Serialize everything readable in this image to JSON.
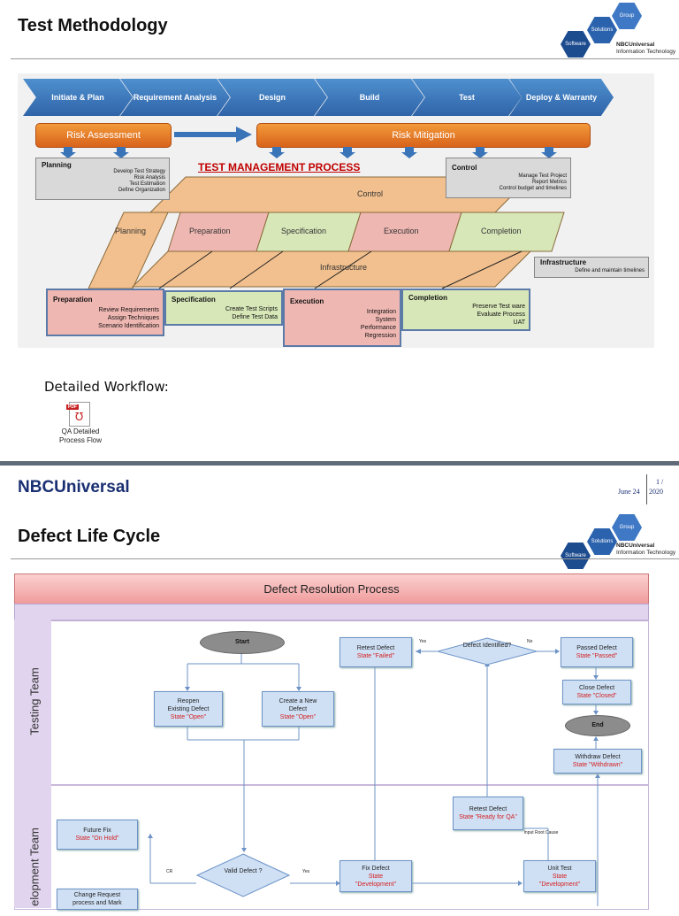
{
  "slide1": {
    "title": "Test Methodology",
    "logo": {
      "group": "Group",
      "solutions": "Solutions",
      "software": "Software",
      "brand": "NBCUniversal",
      "sub": "Information Technology"
    },
    "phases": [
      "Initiate & Plan",
      "Requirement Analysis",
      "Design",
      "Build",
      "Test",
      "Deploy & Warranty"
    ],
    "risk_assessment": "Risk Assessment",
    "risk_mitigation": "Risk Mitigation",
    "planning_box": {
      "title": "Planning",
      "items": [
        "Develop Test Strategy",
        "Risk Analysis",
        "Test Estimation",
        "Define Organization"
      ]
    },
    "process_title": "TEST MANAGEMENT PROCESS",
    "control_box": {
      "title": "Control",
      "items": [
        "Manage Test Project",
        "Report Metrics",
        "Control budget and timelines"
      ]
    },
    "diagram": {
      "control": "Control",
      "planning": "Planning",
      "preparation": "Preparation",
      "specification": "Specification",
      "execution": "Execution",
      "completion": "Completion",
      "infrastructure": "Infrastructure"
    },
    "infra_box": {
      "title": "Infrastructure",
      "item": "Define and maintain timelines"
    },
    "preparation_box": {
      "title": "Preparation",
      "items": [
        "Review Requirements",
        "Assign Techniques",
        "Scenario Identification"
      ]
    },
    "specification_box": {
      "title": "Specification",
      "items": [
        "Create Test Scripts",
        "Define Test Data"
      ]
    },
    "execution_box": {
      "title": "Execution",
      "items": [
        "Integration",
        "System",
        "Performance",
        "Regression"
      ]
    },
    "completion_box": {
      "title": "Completion",
      "items": [
        "Preserve Test ware",
        "Evaluate Process",
        "UAT"
      ]
    },
    "workflow_label": "Detailed Workflow:",
    "attachment": {
      "icon_text": "PDF",
      "label_line1": "QA Detailed",
      "label_line2": "Process Flow"
    }
  },
  "footer": {
    "brand": "NBCUniversal",
    "page": "1 /",
    "date": "June 24",
    "year": "2020"
  },
  "slide2": {
    "title": "Defect Life Cycle",
    "banner": "Defect Resolution Process",
    "lanes": {
      "testing": "Testing Team",
      "development": "elopment Team"
    },
    "start": "Start",
    "end": "End",
    "reopen": {
      "l1": "Reopen",
      "l2": "Existing Defect",
      "state": "State \"Open\""
    },
    "create": {
      "l1": "Create a New",
      "l2": "Defect",
      "state": "State \"Open\""
    },
    "retest_failed": {
      "l1": "Retest Defect",
      "state": "State \"Failed\""
    },
    "defect_identified": "Defect Identified?",
    "yes": "Yes",
    "no": "No",
    "passed": {
      "l1": "Passed Defect",
      "state": "State \"Passed\""
    },
    "close": {
      "l1": "Close Defect",
      "state": "State \"Closed\""
    },
    "withdraw": {
      "l1": "Withdraw Defect",
      "state": "State \"Withdrawn\""
    },
    "retest_ready": {
      "l1": "Retest Defect",
      "state": "State \"Ready for QA\""
    },
    "input_root": "Input Root Cause",
    "future_fix": {
      "l1": "Future Fix",
      "state": "State \"On Hold\""
    },
    "valid_defect": "Valid Defect ?",
    "cr": "CR",
    "yes2": "Yes",
    "fix_defect": {
      "l1": "Fix Defect",
      "state": "State \"Development\""
    },
    "unit_test": {
      "l1": "Unit Test",
      "state": "State \"Development\""
    },
    "change_request": {
      "l1": "Change Request",
      "l2": "process and Mark"
    }
  },
  "colors": {
    "chevron": "#3a74b8",
    "orange": "#e57a2a",
    "pink": "#f0b0b0",
    "green": "#d7e7b8",
    "tan": "#f2c08e",
    "red": "#c00000"
  }
}
